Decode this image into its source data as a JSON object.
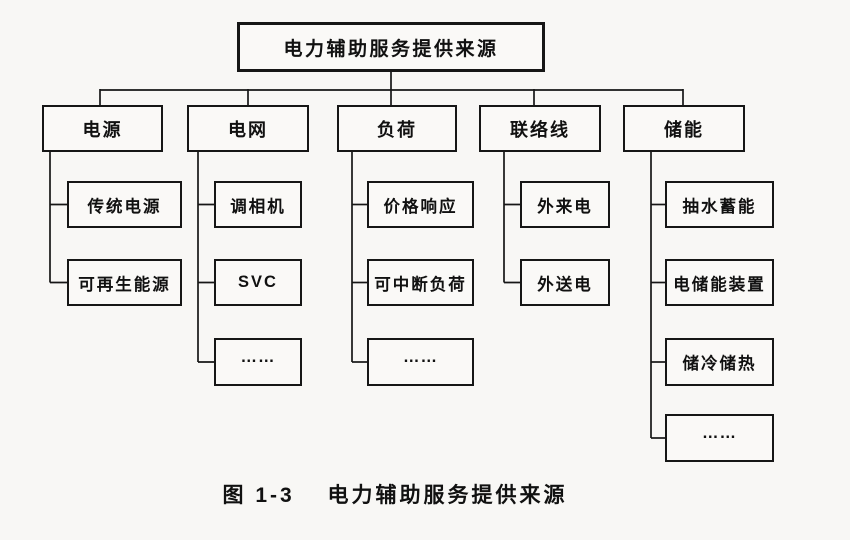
{
  "diagram": {
    "root": {
      "label": "电力辅助服务提供来源"
    },
    "groups": [
      {
        "label": "电源",
        "children": [
          {
            "label": "传统电源"
          },
          {
            "label": "可再生能源"
          }
        ]
      },
      {
        "label": "电网",
        "children": [
          {
            "label": "调相机"
          },
          {
            "label": "SVC"
          },
          {
            "label": "……"
          }
        ]
      },
      {
        "label": "负荷",
        "children": [
          {
            "label": "价格响应"
          },
          {
            "label": "可中断负荷"
          },
          {
            "label": "……"
          }
        ]
      },
      {
        "label": "联络线",
        "children": [
          {
            "label": "外来电"
          },
          {
            "label": "外送电"
          }
        ]
      },
      {
        "label": "储能",
        "children": [
          {
            "label": "抽水蓄能"
          },
          {
            "label": "电储能装置"
          },
          {
            "label": "储冷储热"
          },
          {
            "label": "……"
          }
        ]
      }
    ],
    "caption": {
      "figure_number": "图 1-3",
      "title": "电力辅助服务提供来源"
    }
  },
  "colors": {
    "background": "#f8f7f5",
    "box_background": "#faf9f7",
    "line": "#161616",
    "text": "#111111"
  }
}
